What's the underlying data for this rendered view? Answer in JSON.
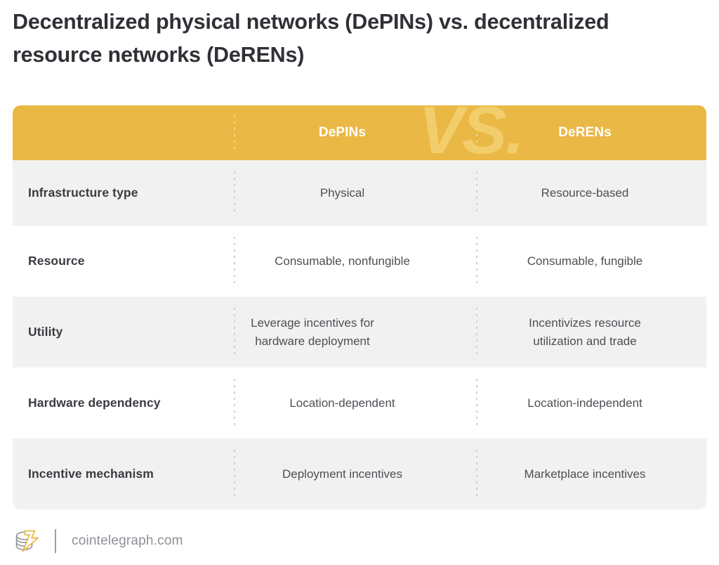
{
  "title": "Decentralized physical networks (DePINs) vs. decentralized resource networks (DeRENs)",
  "colors": {
    "header_bg": "#eab844",
    "watermark": "#f2cd6b",
    "row_gray": "#f1f1f1",
    "row_white": "#ffffff",
    "title_text": "#2f3136",
    "label_text": "#3a3c41",
    "value_text": "#4c4f54",
    "footer_text": "#8d9196",
    "logo_bolt": "#e8b93f",
    "logo_coin": "#8b8f94"
  },
  "table": {
    "watermark": "VS.",
    "headers": {
      "attribute": "",
      "col1": "DePINs",
      "col2": "DeRENs"
    },
    "rows": [
      {
        "label": "Infrastructure type",
        "depins": "Physical",
        "derens": "Resource-based"
      },
      {
        "label": "Resource",
        "depins": "Consumable, nonfungible",
        "derens": "Consumable, fungible"
      },
      {
        "label": "Utility",
        "depins": "Leverage incentives for hardware deployment",
        "derens": "Incentivizes resource utilization and trade"
      },
      {
        "label": "Hardware dependency",
        "depins": "Location-dependent",
        "derens": "Location-independent"
      },
      {
        "label": "Incentive mechanism",
        "depins": "Deployment incentives",
        "derens": "Marketplace incentives"
      }
    ]
  },
  "footer": {
    "brand": "cointelegraph.com",
    "logo_name": "cointelegraph-coin-bolt-logo"
  }
}
